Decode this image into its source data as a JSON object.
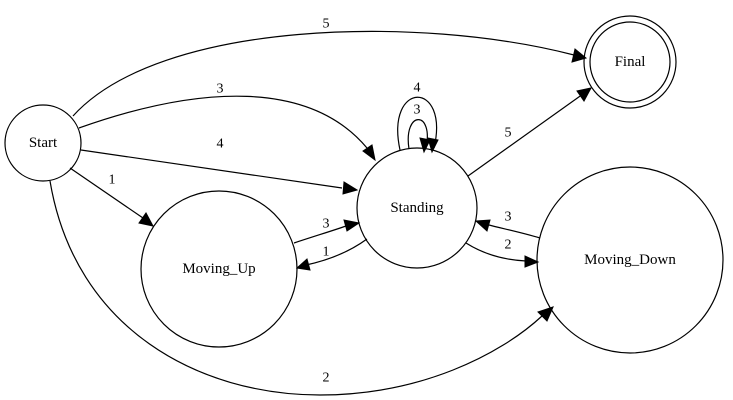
{
  "diagram": {
    "nodes": {
      "start": "Start",
      "final": "Final",
      "standing": "Standing",
      "moving_up": "Moving_Up",
      "moving_down": "Moving_Down"
    },
    "edges": [
      {
        "from": "Start",
        "to": "Final",
        "label": "5"
      },
      {
        "from": "Start",
        "to": "Standing",
        "label": "3"
      },
      {
        "from": "Start",
        "to": "Standing",
        "label": "4"
      },
      {
        "from": "Start",
        "to": "Moving_Up",
        "label": "1"
      },
      {
        "from": "Start",
        "to": "Moving_Down",
        "label": "2"
      },
      {
        "from": "Standing",
        "to": "Standing",
        "label": "4"
      },
      {
        "from": "Standing",
        "to": "Standing",
        "label": "3"
      },
      {
        "from": "Standing",
        "to": "Final",
        "label": "5"
      },
      {
        "from": "Moving_Up",
        "to": "Standing",
        "label": "3"
      },
      {
        "from": "Standing",
        "to": "Moving_Up",
        "label": "1"
      },
      {
        "from": "Moving_Down",
        "to": "Standing",
        "label": "3"
      },
      {
        "from": "Standing",
        "to": "Moving_Down",
        "label": "2"
      }
    ]
  }
}
